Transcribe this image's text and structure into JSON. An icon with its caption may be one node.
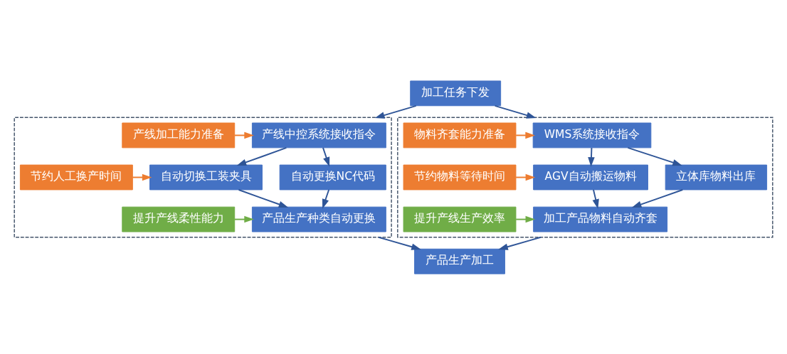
{
  "diagram": {
    "nodes": [
      {
        "text": [
          "加工任务下发"
        ]
      },
      {
        "text": [],
        "shape": "box"
      },
      {
        "text": [
          "产线中控系统接收指令"
        ],
        "in": 1
      },
      {
        "text": [
          "自动切换工装夹具"
        ],
        "in": 1
      },
      {
        "text": [
          "自动更换NC代码"
        ],
        "in": 1
      },
      {
        "text": [
          "产品生产种类自动更换"
        ],
        "in": 1
      },
      {
        "text": [
          "产线加工能力准备"
        ],
        "in": 1
      },
      {
        "text": [
          "节约人工换产时间"
        ],
        "in": 1
      },
      {
        "text": [
          "提升产线柔性能力"
        ],
        "in": 1
      },
      {
        "text": [],
        "shape": "box"
      },
      {
        "text": [
          "WMS系统接收指令"
        ],
        "in": 9
      },
      {
        "text": [
          "立体库物料出库"
        ],
        "in": 9
      },
      {
        "text": [
          "AGV自动搬运物料"
        ],
        "in": 9
      },
      {
        "text": [
          "加工产品物料自动齐套"
        ],
        "in": 9
      },
      {
        "text": [
          "物料齐套能力准备"
        ],
        "in": 9
      },
      {
        "text": [
          "节约物料等待时间"
        ],
        "in": 9
      },
      {
        "text": [
          "提升产线生产效率"
        ],
        "in": 9
      },
      {
        "text": [
          "产品生产加工"
        ]
      }
    ],
    "edges": [
      {
        "from": 0,
        "to": 1,
        "arrow": "to"
      },
      {
        "from": 0,
        "to": 9,
        "arrow": "to"
      },
      {
        "from": 2,
        "to": 3,
        "arrow": "to"
      },
      {
        "from": 2,
        "to": 4,
        "arrow": "to"
      },
      {
        "from": 3,
        "to": 5,
        "arrow": "to"
      },
      {
        "from": 4,
        "to": 5,
        "arrow": "to"
      },
      {
        "from": 6,
        "to": 2,
        "arrow": "to",
        "color": "#ed7d31"
      },
      {
        "from": 7,
        "to": 3,
        "arrow": "to",
        "color": "#ed7d31"
      },
      {
        "from": 8,
        "to": 5,
        "arrow": "to",
        "color": "#70ad47"
      },
      {
        "from": 10,
        "to": 11,
        "arrow": "to"
      },
      {
        "from": 10,
        "to": 12,
        "arrow": "to"
      },
      {
        "from": 11,
        "to": 13,
        "arrow": "to"
      },
      {
        "from": 12,
        "to": 13,
        "arrow": "to"
      },
      {
        "from": 14,
        "to": 10,
        "arrow": "to",
        "color": "#ed7d31"
      },
      {
        "from": 15,
        "to": 12,
        "arrow": "to",
        "color": "#ed7d31"
      },
      {
        "from": 16,
        "to": 13,
        "arrow": "to",
        "color": "#70ad47"
      },
      {
        "from": 1,
        "to": 17,
        "arrow": "to"
      },
      {
        "from": 9,
        "to": 17,
        "arrow": "to"
      }
    ]
  }
}
